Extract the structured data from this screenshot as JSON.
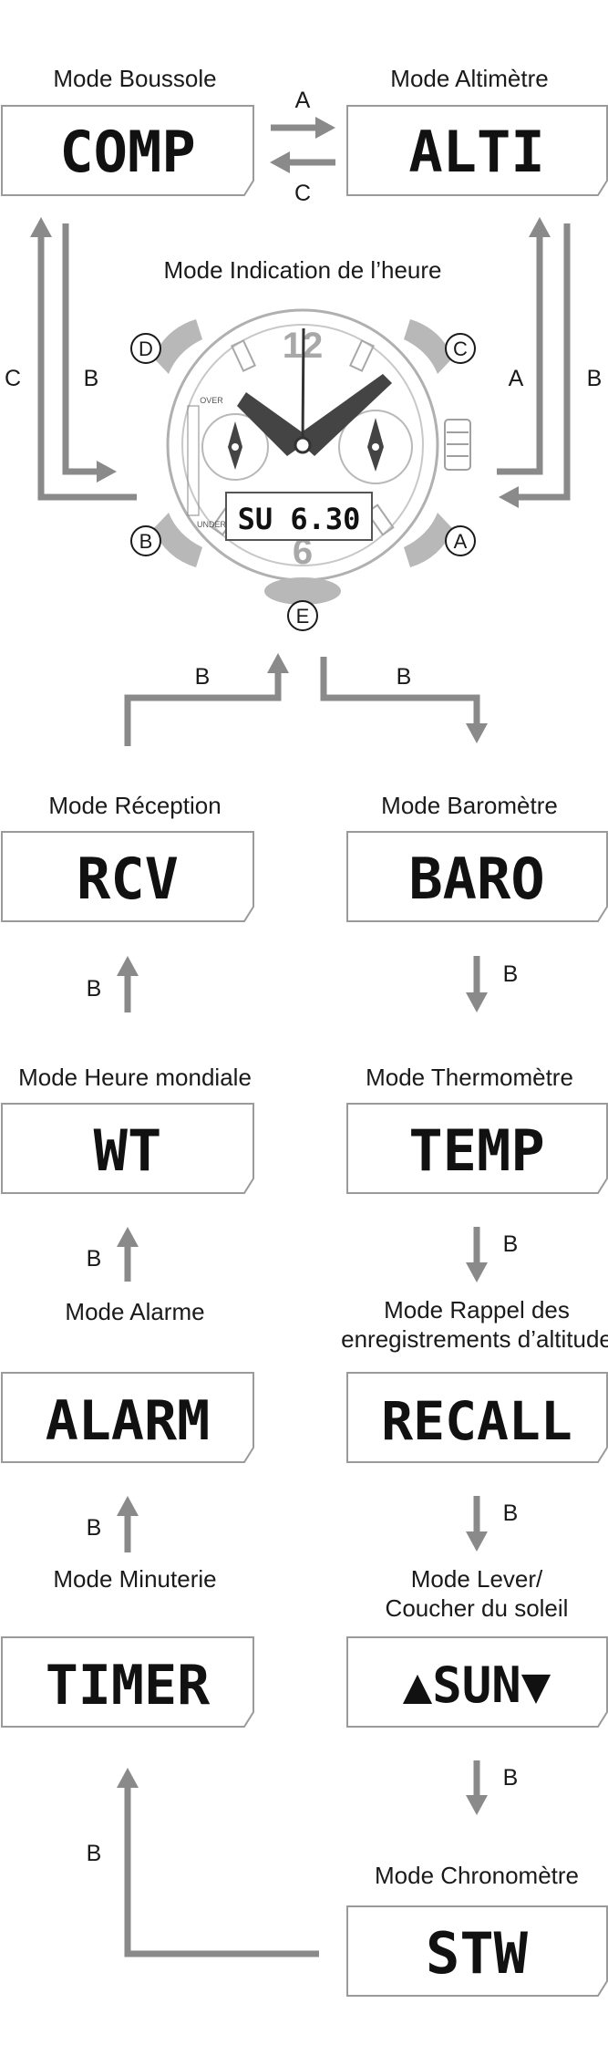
{
  "watch": {
    "title": "Mode Indication de l’heure",
    "digital_display": "SU  6.30",
    "dial_numbers": {
      "top": "12",
      "bottom": "6"
    },
    "buttons": {
      "top_left": "D",
      "top_right": "C",
      "bottom_left": "B",
      "bottom_right": "A",
      "bottom": "E"
    },
    "gauge_label_top": "OVER",
    "gauge_label_bottom": "UNDER"
  },
  "modes": {
    "compass": {
      "title": "Mode Boussole",
      "display": "COMP"
    },
    "altimeter": {
      "title": "Mode Altimètre",
      "display": "ALTI"
    },
    "receive": {
      "title": "Mode Réception",
      "display": "RCV"
    },
    "barometer": {
      "title": "Mode Baromètre",
      "display": "BARO"
    },
    "world_time": {
      "title": "Mode Heure mondiale",
      "display": "WT"
    },
    "thermometer": {
      "title": "Mode Thermomètre",
      "display": "TEMP"
    },
    "alarm": {
      "title": "Mode Alarme",
      "display": "ALARM"
    },
    "recall": {
      "title_line1": "Mode Rappel des",
      "title_line2": "enregistrements d’altitude",
      "display": "RECALL"
    },
    "timer": {
      "title": "Mode Minuterie",
      "display": "TIMER"
    },
    "sunrise": {
      "title_line1": "Mode Lever/",
      "title_line2": "Coucher du soleil",
      "display": "▲SUN▼"
    },
    "stopwatch": {
      "title": "Mode Chronomètre",
      "display": "STW"
    }
  },
  "arrow_labels": {
    "top_a": "A",
    "top_c": "C",
    "left_c": "C",
    "left_b": "B",
    "right_a": "A",
    "right_b": "B",
    "mid_left_b": "B",
    "mid_right_b": "B",
    "rcv_b": "B",
    "wt_b": "B",
    "alarm_b": "B",
    "baro_b": "B",
    "temp_b": "B",
    "recall_b": "B",
    "sun_b": "B",
    "stw_b": "B"
  },
  "colors": {
    "arrow": "#8a8a8a",
    "box_border": "#9a9a9a",
    "text": "#1a1a1a"
  }
}
